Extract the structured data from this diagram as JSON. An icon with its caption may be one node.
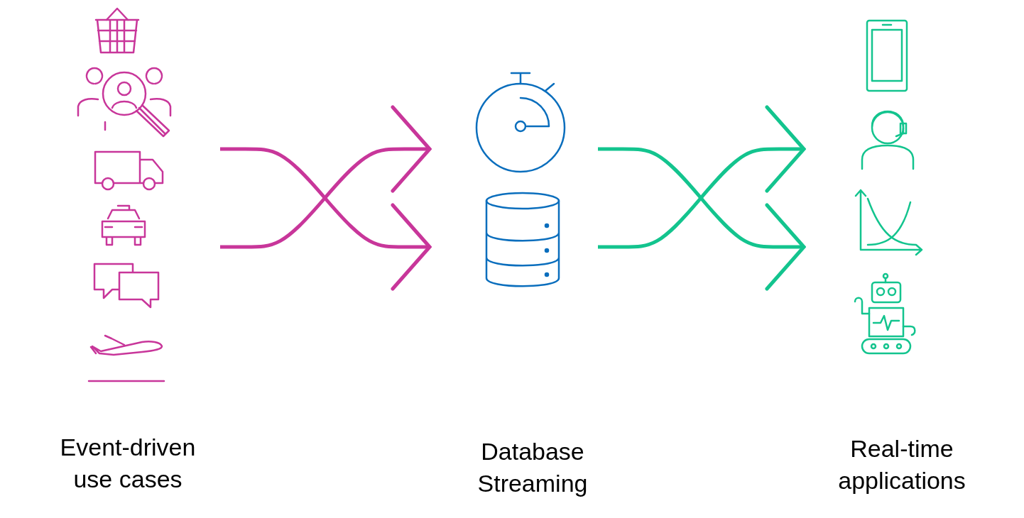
{
  "diagram": {
    "nodes": [
      {
        "text": [
          "Event-driven use cases"
        ]
      },
      {
        "text": [
          "Database Streaming"
        ]
      },
      {
        "text": [
          "Real-time applications"
        ]
      }
    ],
    "edges": [
      {
        "from": 0,
        "to": 1,
        "arrow": "to",
        "color": "#c8369a"
      },
      {
        "from": 0,
        "to": 1,
        "arrow": "to",
        "color": "#c8369a"
      },
      {
        "from": 1,
        "to": 2,
        "arrow": "to",
        "color": "#13c48e"
      },
      {
        "from": 1,
        "to": 2,
        "arrow": "to",
        "color": "#13c48e"
      }
    ]
  }
}
